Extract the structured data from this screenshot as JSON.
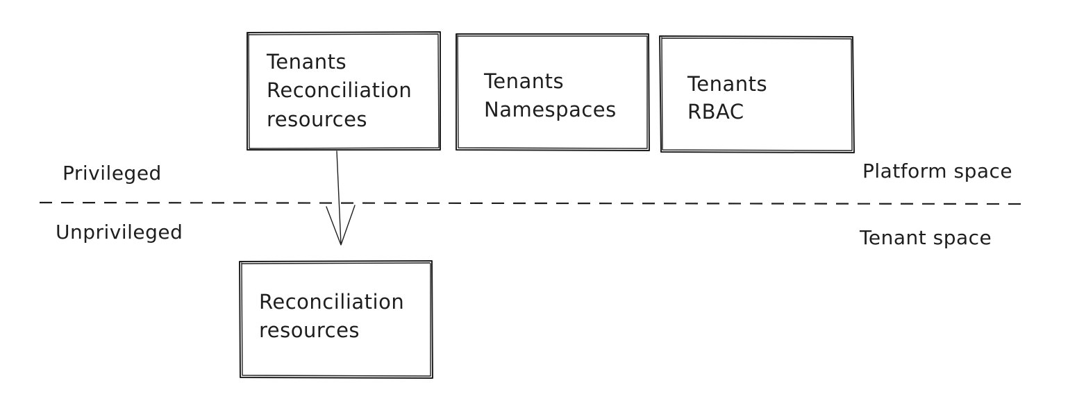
{
  "diagram": {
    "boxes": {
      "reconciliation_top": {
        "lines": [
          "Tenants",
          "Reconciliation",
          "resources"
        ]
      },
      "namespaces": {
        "lines": [
          "Tenants",
          "Namespaces"
        ]
      },
      "rbac": {
        "lines": [
          "Tenants",
          "RBAC"
        ]
      },
      "reconciliation_bottom": {
        "lines": [
          "Reconciliation",
          "resources"
        ]
      }
    },
    "labels": {
      "privileged": "Privileged",
      "unprivileged": "Unprivileged",
      "platform_space": "Platform space",
      "tenant_space": "Tenant space"
    }
  }
}
